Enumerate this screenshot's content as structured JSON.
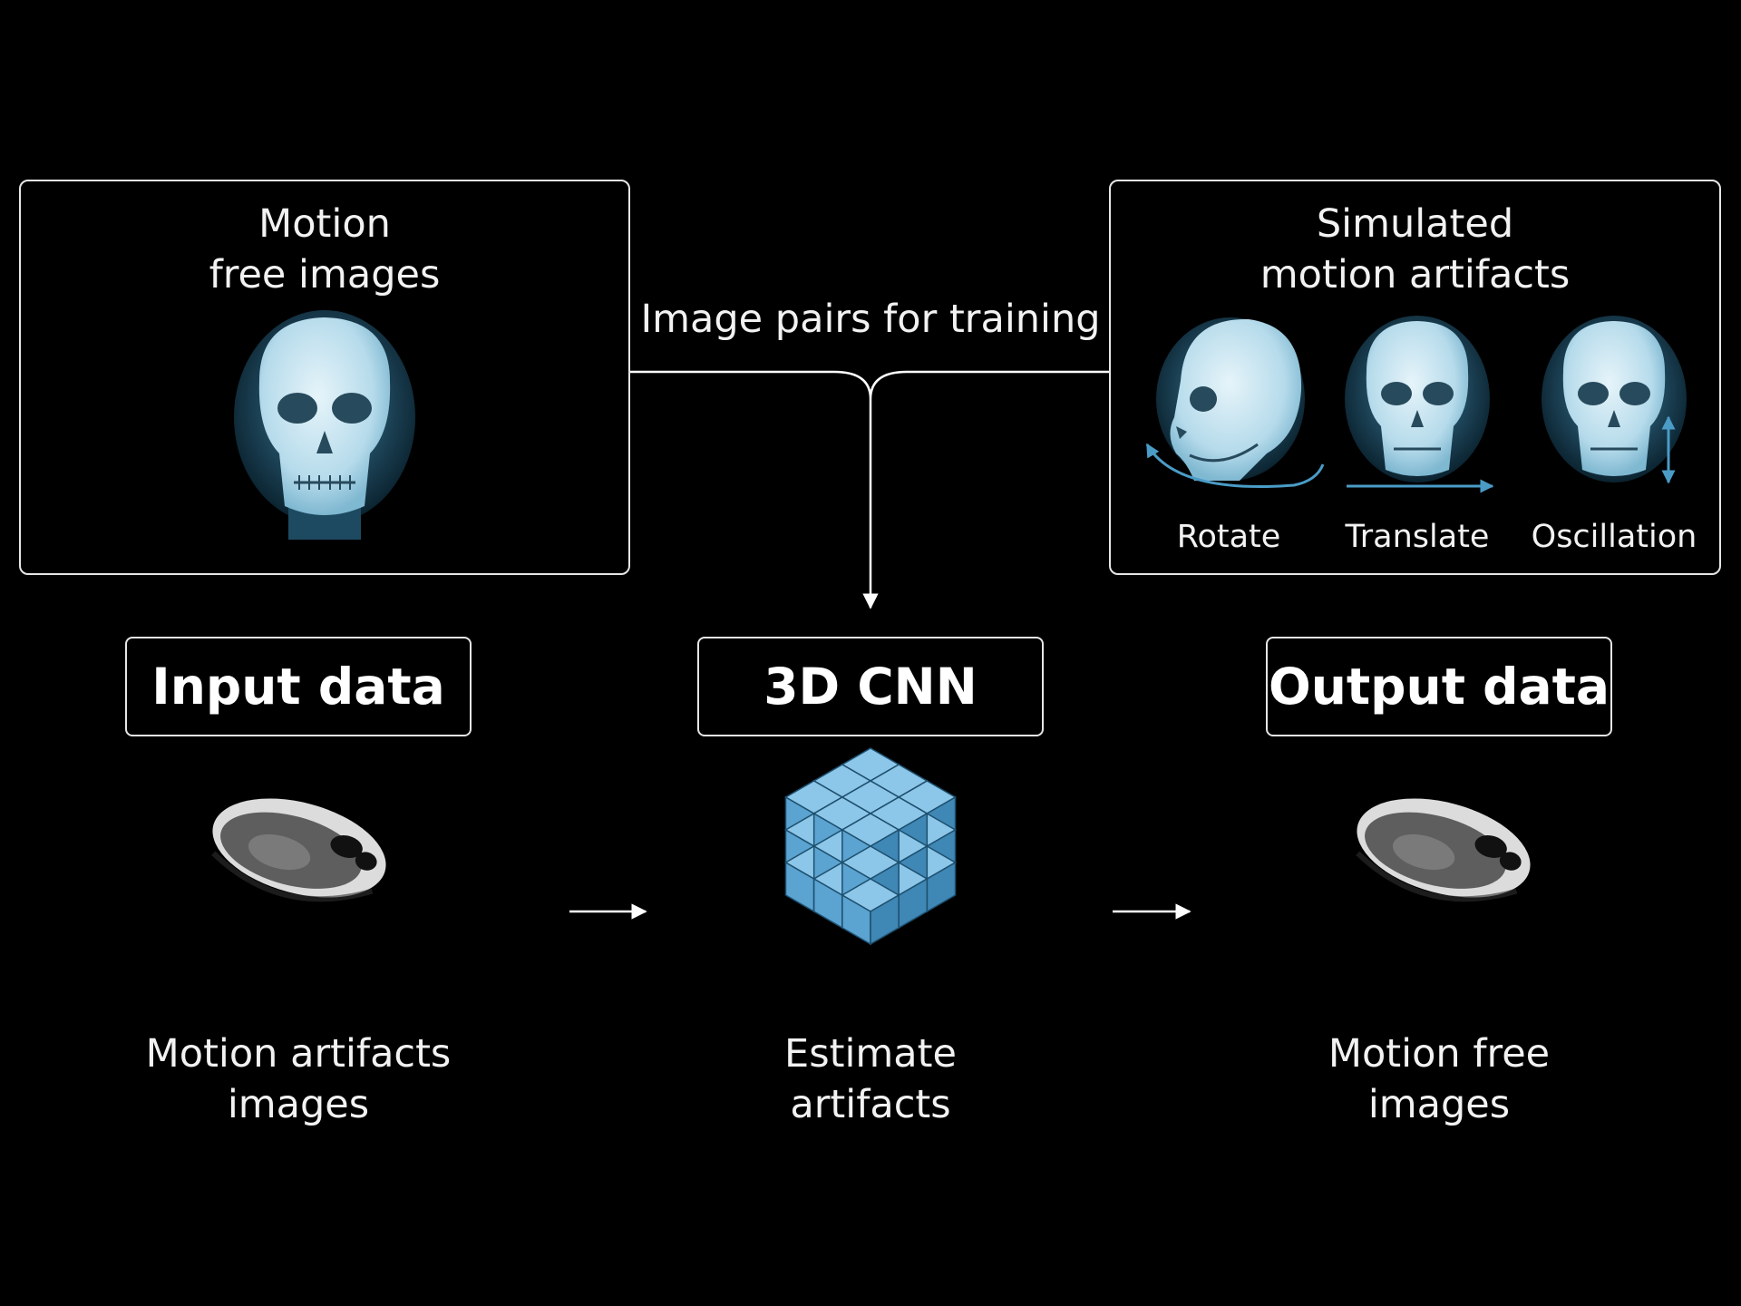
{
  "motion_free_panel": {
    "title_line1": "Motion",
    "title_line2": "free images"
  },
  "pairs_label": "Image pairs for training",
  "simulated_panel": {
    "title_line1": "Simulated",
    "title_line2": "motion artifacts",
    "rotate": "Rotate",
    "translate": "Translate",
    "oscillation": "Oscillation"
  },
  "input": {
    "title": "Input data",
    "caption_line1": "Motion artifacts",
    "caption_line2": "images"
  },
  "cnn": {
    "title": "3D CNN",
    "caption_line1": "Estimate",
    "caption_line2": "artifacts"
  },
  "output": {
    "title": "Output data",
    "caption_line1": "Motion free",
    "caption_line2": "images"
  },
  "colors": {
    "background": "#000000",
    "skull": "#c9e6f2",
    "skull_glow": "#2a6b8a",
    "cube": "#5ba3d0",
    "arrow_blue": "#4a9cc7"
  }
}
